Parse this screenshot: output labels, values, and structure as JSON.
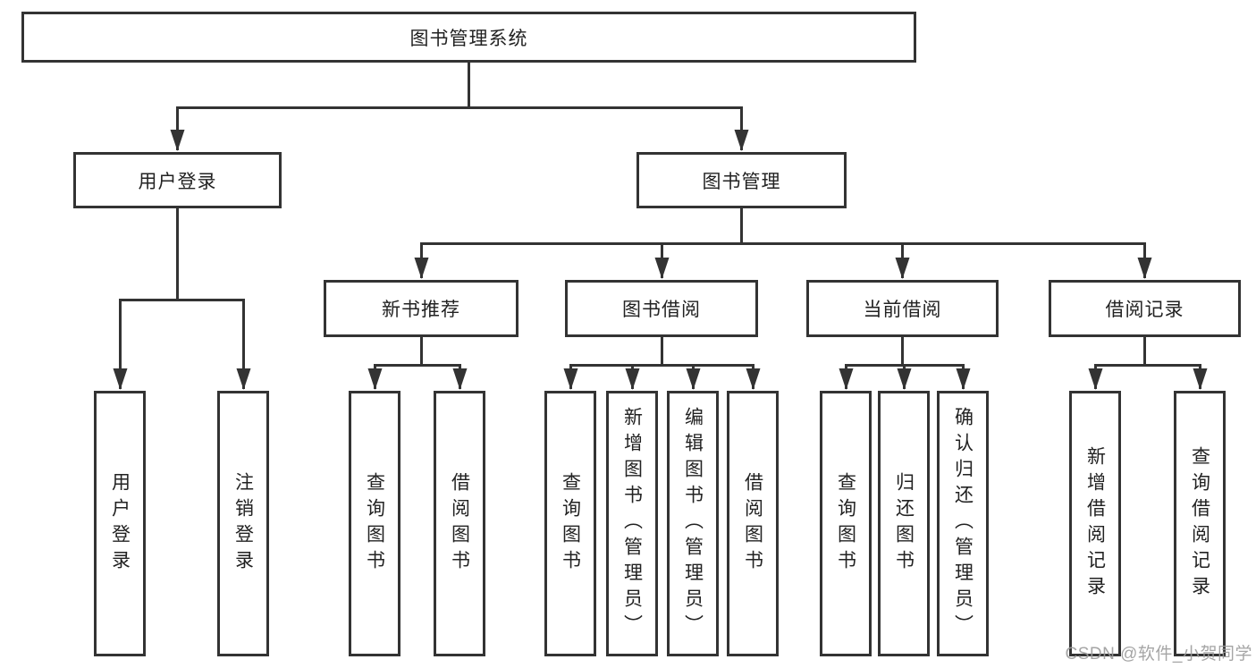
{
  "diagram": {
    "root": {
      "label": "图书管理系统"
    },
    "branches": [
      {
        "label": "用户登录",
        "children": [
          {
            "label": "用户登录"
          },
          {
            "label": "注销登录"
          }
        ]
      },
      {
        "label": "图书管理",
        "children": [
          {
            "label": "新书推荐",
            "children": [
              {
                "label": "查询图书"
              },
              {
                "label": "借阅图书"
              }
            ]
          },
          {
            "label": "图书借阅",
            "children": [
              {
                "label": "查询图书"
              },
              {
                "label": "新增图书（管理员）"
              },
              {
                "label": "编辑图书（管理员）"
              },
              {
                "label": "借阅图书"
              }
            ]
          },
          {
            "label": "当前借阅",
            "children": [
              {
                "label": "查询图书"
              },
              {
                "label": "归还图书"
              },
              {
                "label": "确认归还（管理员）"
              }
            ]
          },
          {
            "label": "借阅记录",
            "children": [
              {
                "label": "新增借阅记录"
              },
              {
                "label": "查询借阅记录"
              }
            ]
          }
        ]
      }
    ]
  },
  "watermark": {
    "text": "CSDN @软件_小贺同学"
  },
  "colors": {
    "line": "#333333",
    "text": "#222222",
    "box_background": "#ffffff",
    "watermark": "#9b9b9b"
  }
}
